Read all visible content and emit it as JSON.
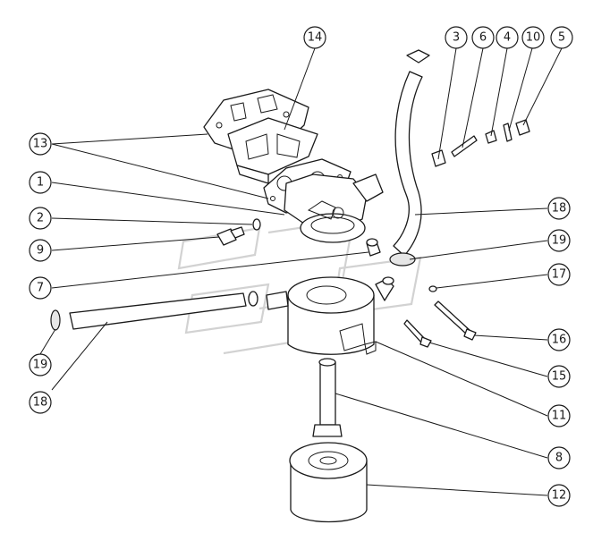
{
  "callouts": [
    {
      "id": "c14",
      "label": "14"
    },
    {
      "id": "c13",
      "label": "13"
    },
    {
      "id": "c1",
      "label": "1"
    },
    {
      "id": "c2",
      "label": "2"
    },
    {
      "id": "c9",
      "label": "9"
    },
    {
      "id": "c7",
      "label": "7"
    },
    {
      "id": "c19a",
      "label": "19"
    },
    {
      "id": "c18a",
      "label": "18"
    },
    {
      "id": "c3",
      "label": "3"
    },
    {
      "id": "c6",
      "label": "6"
    },
    {
      "id": "c4",
      "label": "4"
    },
    {
      "id": "c10",
      "label": "10"
    },
    {
      "id": "c5",
      "label": "5"
    },
    {
      "id": "c18b",
      "label": "18"
    },
    {
      "id": "c19b",
      "label": "19"
    },
    {
      "id": "c17",
      "label": "17"
    },
    {
      "id": "c16",
      "label": "16"
    },
    {
      "id": "c15",
      "label": "15"
    },
    {
      "id": "c11",
      "label": "11"
    },
    {
      "id": "c8",
      "label": "8"
    },
    {
      "id": "c12",
      "label": "12"
    }
  ]
}
